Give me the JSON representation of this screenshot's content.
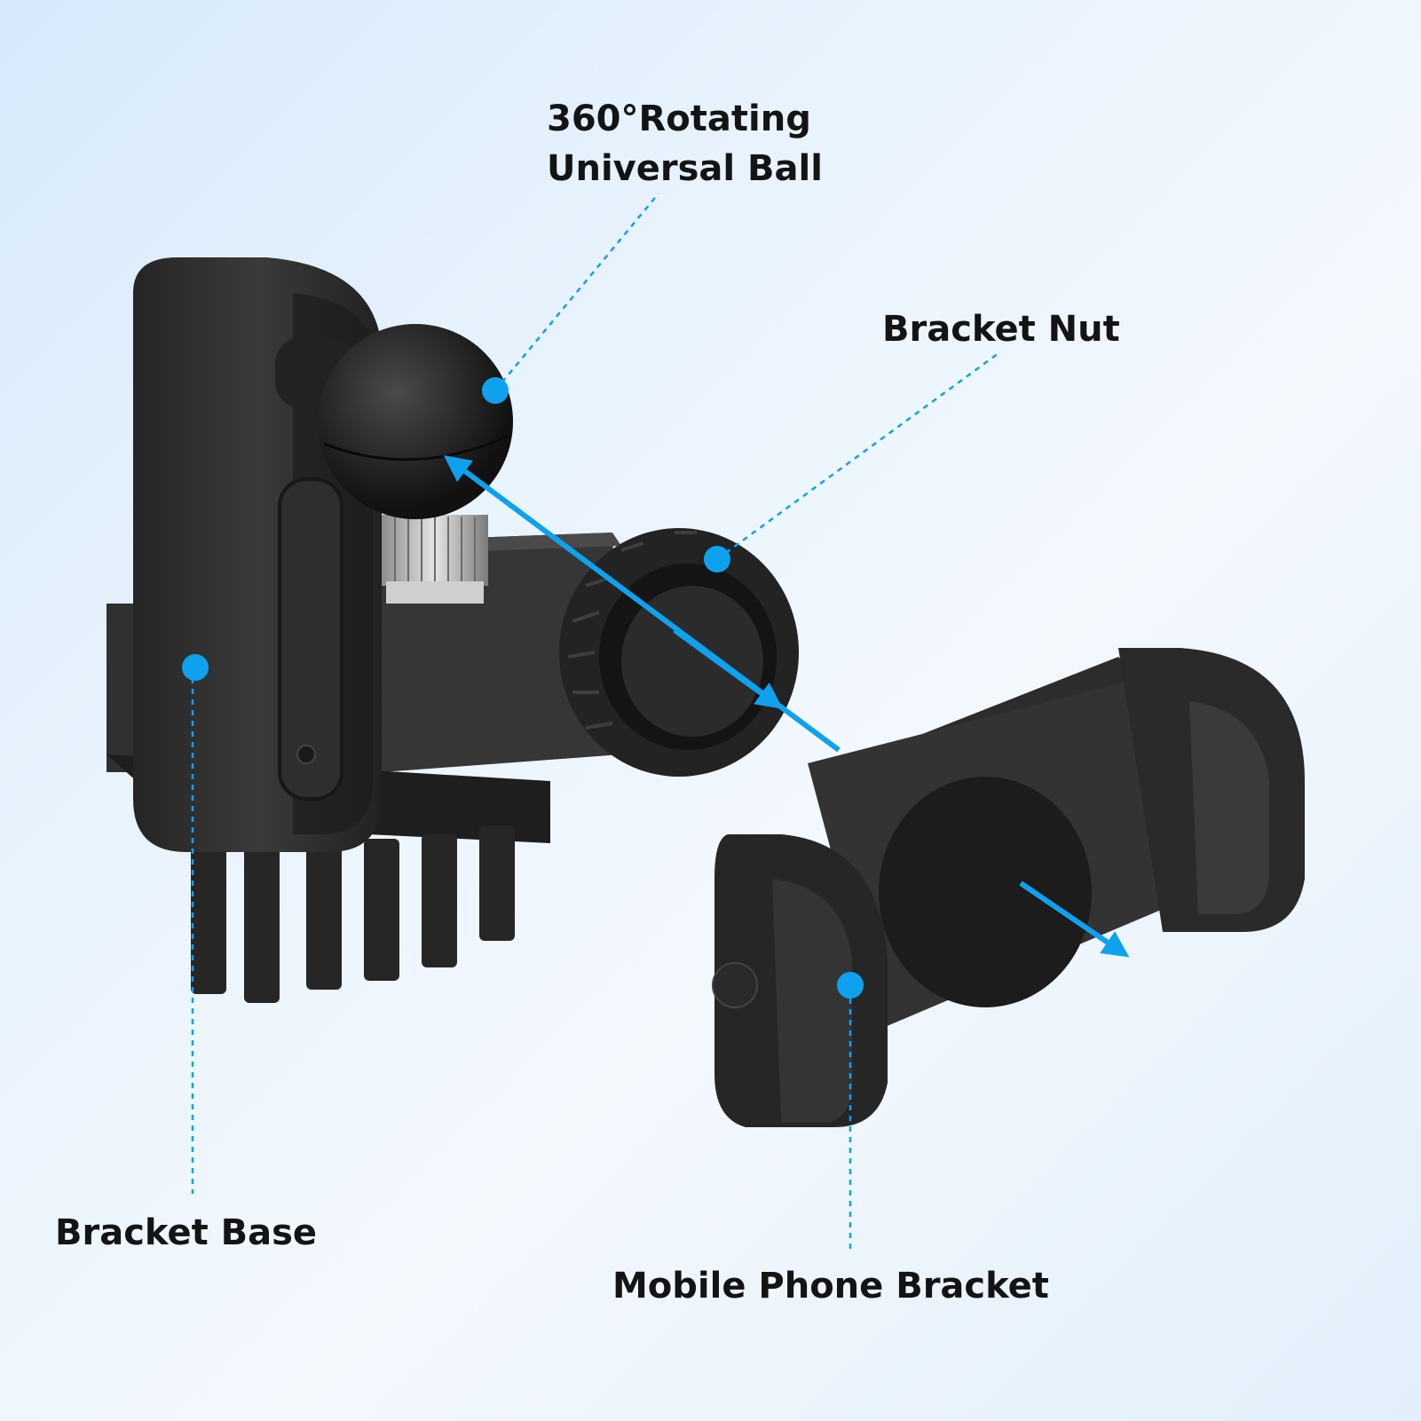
{
  "labels": {
    "ball_line1": "360°Rotating",
    "ball_line2": "Universal Ball",
    "nut": "Bracket Nut",
    "base": "Bracket Base",
    "phone": "Mobile Phone Bracket"
  },
  "colors": {
    "accent": "#0ea2ee",
    "part": "#2b2b2b",
    "text": "#141414"
  }
}
